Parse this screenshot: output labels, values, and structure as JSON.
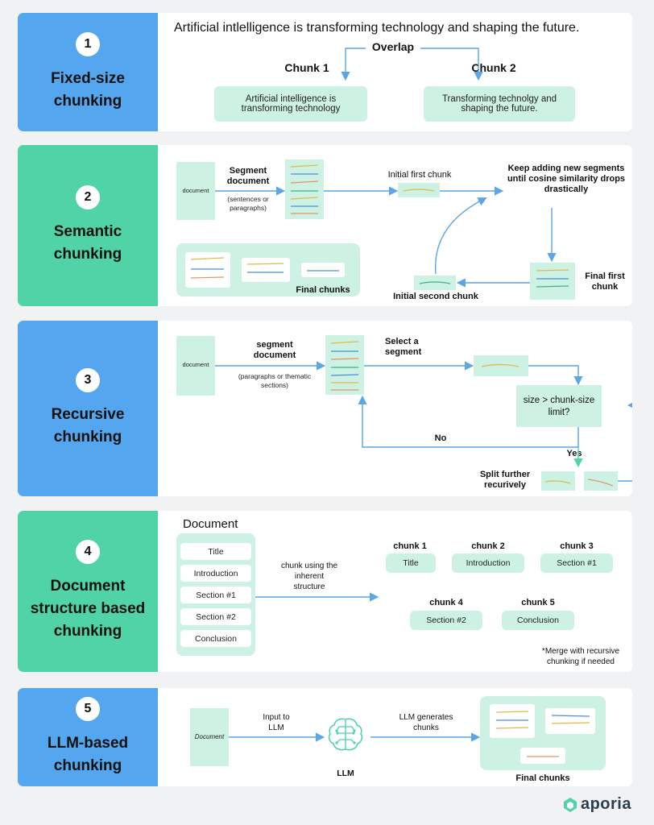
{
  "colors": {
    "blue": "#54a6ee",
    "green": "#4fd3a7",
    "mint": "#cdf1e2",
    "arrow": "#5aa6e6",
    "arrow_green": "#4fd3a7",
    "line_yellow": "#e0b94a",
    "line_blue": "#4a8fd6",
    "line_green": "#3cb390",
    "line_orange": "#e0946a"
  },
  "s1": {
    "number": "1",
    "title": "Fixed-size\nchunking",
    "sentence": "Artificial intlelligence is transforming technology and shaping the future.",
    "overlap": "Overlap",
    "chunk1_label": "Chunk 1",
    "chunk2_label": "Chunk 2",
    "chunk1_text": "Artificial intelligence is transforming technology",
    "chunk2_text": "Transforming technolgy and shaping the future."
  },
  "s2": {
    "number": "2",
    "title": "Semantic\nchunking",
    "document": "document",
    "segment_doc": "Segment document",
    "segment_note": "(sentences or paragraphs)",
    "initial_first": "Initial first chunk",
    "keep_adding": "Keep adding new segments until cosine similarity drops drastically",
    "final_first": "Final first chunk",
    "initial_second": "Initial second chunk",
    "final_chunks": "Final chunks"
  },
  "s3": {
    "number": "3",
    "title": "Recursive\nchunking",
    "document": "document",
    "segment_doc": "segment document",
    "segment_note": "(paragraphs or thematic sections)",
    "select": "Select a segment",
    "decision": "size > chunk-size limit?",
    "no": "No",
    "yes": "Yes",
    "split": "Split further recurively"
  },
  "s4": {
    "number": "4",
    "title": "Document\nstructure based\nchunking",
    "document_label": "Document",
    "doc_items": [
      "Title",
      "Introduction",
      "Section #1",
      "Section #2",
      "Conclusion"
    ],
    "arrow_label": "chunk using the inherent structure",
    "chunks": [
      {
        "label": "chunk 1",
        "text": "Title"
      },
      {
        "label": "chunk 2",
        "text": "Introduction"
      },
      {
        "label": "chunk 3",
        "text": "Section #1"
      },
      {
        "label": "chunk 4",
        "text": "Section #2"
      },
      {
        "label": "chunk 5",
        "text": "Conclusion"
      }
    ],
    "note": "*Merge with recursive chunking if needed"
  },
  "s5": {
    "number": "5",
    "title": "LLM-based\nchunking",
    "document": "Document",
    "input": "Input to LLM",
    "llm": "LLM",
    "generates": "LLM generates chunks",
    "final_chunks": "Final chunks"
  },
  "logo": {
    "text": "aporia",
    "icon": "aporia-logo-icon"
  }
}
